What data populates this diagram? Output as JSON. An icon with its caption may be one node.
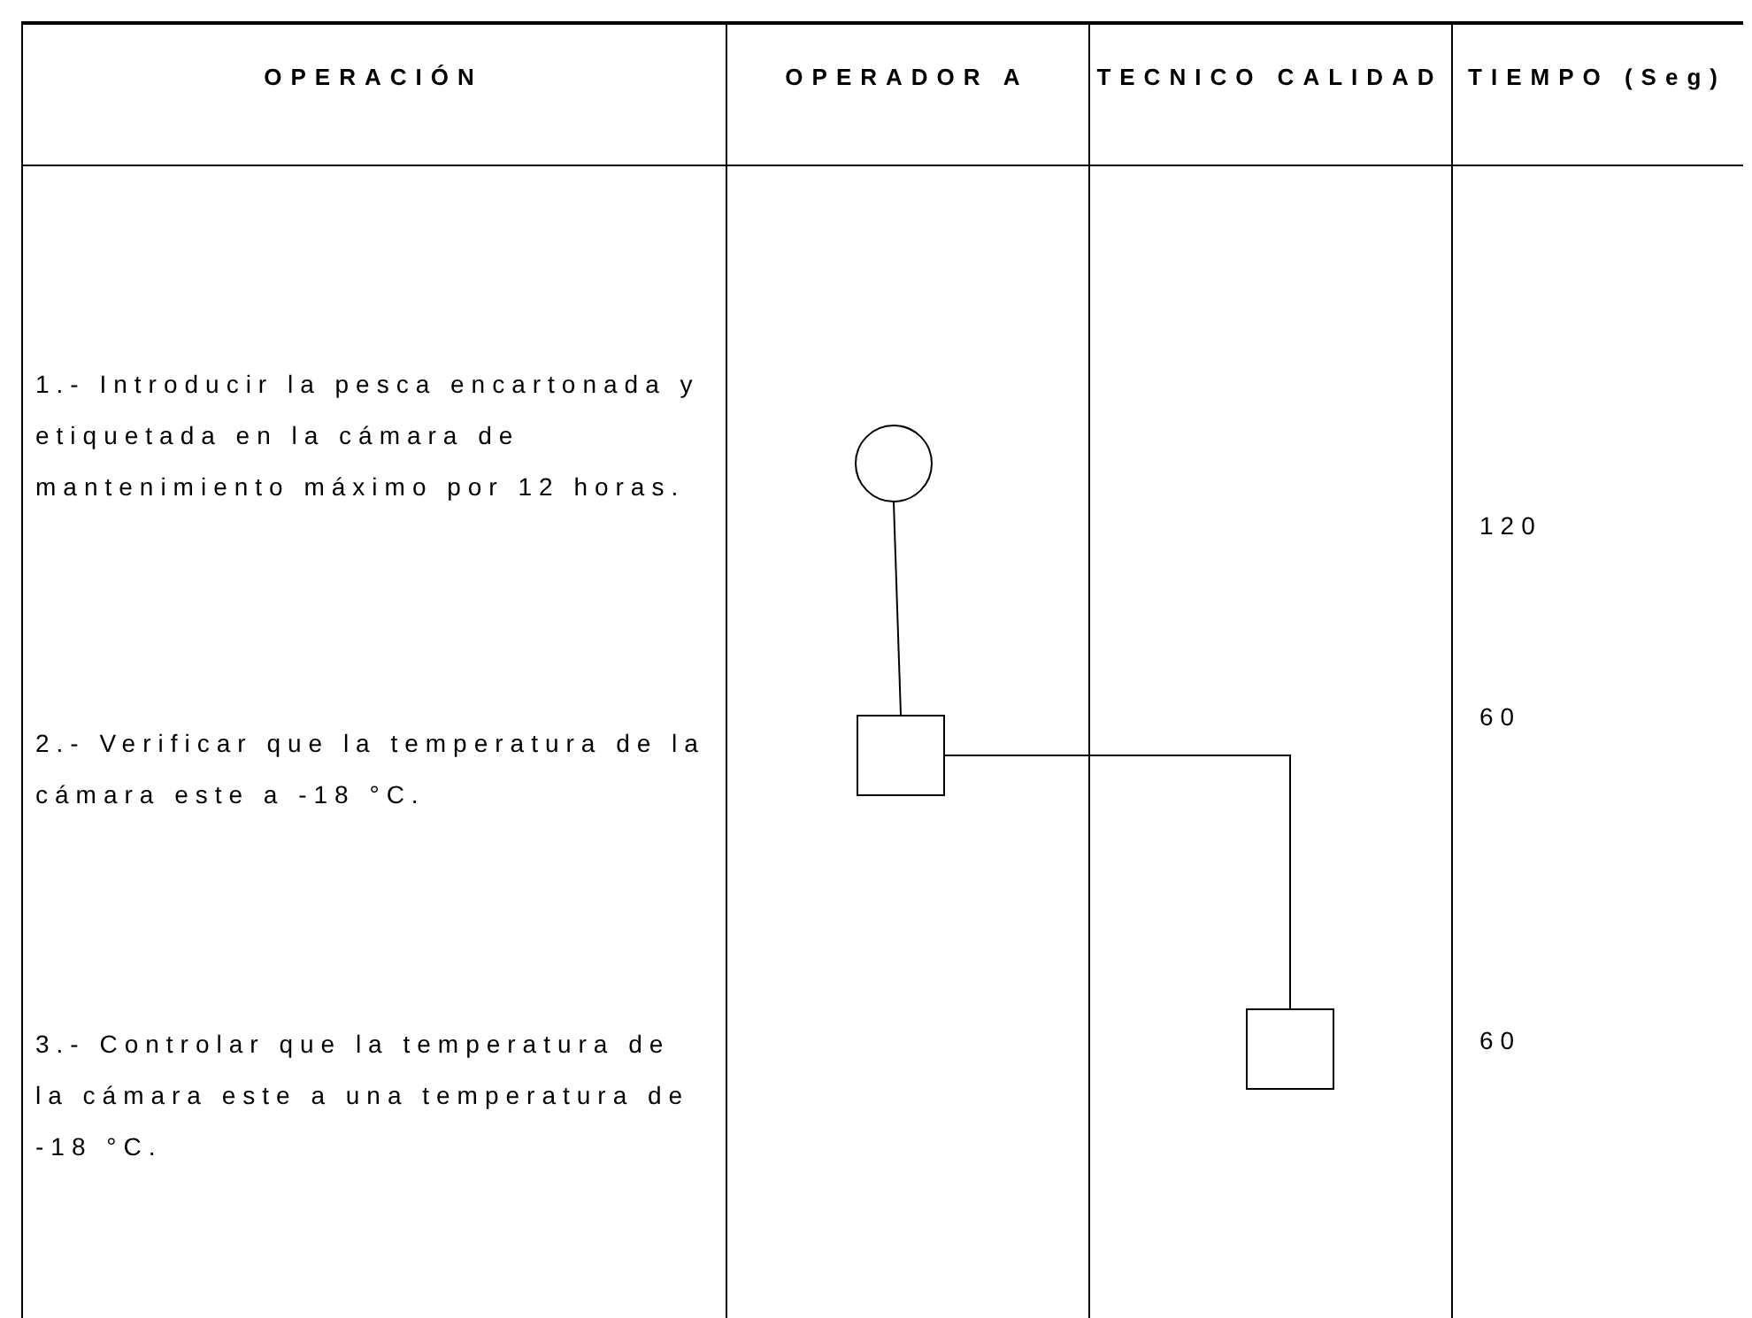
{
  "diagram": {
    "nodes": [
      {
        "text": [],
        "shape": "circle"
      },
      {
        "text": [],
        "shape": "box"
      },
      {
        "text": [],
        "shape": "box"
      }
    ],
    "edges": [
      {
        "from": 0,
        "to": 1,
        "arrow": "none"
      },
      {
        "from": 1,
        "to": 2,
        "arrow": "none"
      }
    ],
    "labels": [
      "OPERACIÓN",
      "OPERADOR A",
      "TECNICO CALIDAD",
      "TIEMPO (Seg)",
      "1.- Introducir la pesca encartonada y etiquetada en la cámara de mantenimiento máximo por 12 horas.",
      "120",
      "60",
      "2.- Verificar que la temperatura de la cámara este a -18 °C.",
      "3.- Controlar que la temperatura de la cámara este a una temperatura de -18 °C.",
      "60"
    ]
  }
}
